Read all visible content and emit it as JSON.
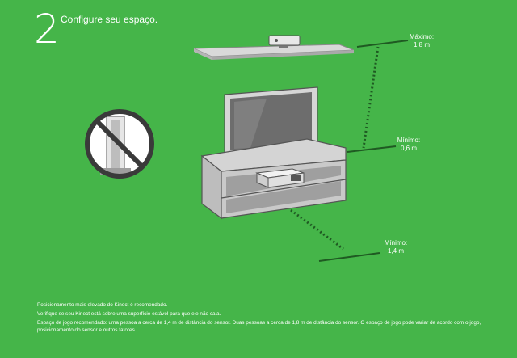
{
  "header": {
    "step_number": "2",
    "title": "Configure seu espaço."
  },
  "measurements": {
    "max": {
      "label": "Máximo:",
      "value": "1,8 m"
    },
    "min_tv": {
      "label": "Mínimo:",
      "value": "0,6 m"
    },
    "min_floor": {
      "label": "Mínimo:",
      "value": "1,4 m"
    }
  },
  "notes": [
    "Posicionamento mais elevado do Kinect é recomendado.",
    "Verifique se seu Kinect está sobre uma superfície estável para que ele não caia.",
    "Espaço de jogo recomendado: uma pessoa a cerca de 1,4 m de distância do sensor. Duas pessoas a cerca de 1,8 m de distância do sensor. O espaço de jogo pode variar de acordo com o jogo, posicionamento do sensor e outros fatores."
  ],
  "colors": {
    "background": "#45B549",
    "line": "#1F5A22",
    "furniture": "#C9C9C9",
    "prohibition": "#3A3A3A"
  }
}
